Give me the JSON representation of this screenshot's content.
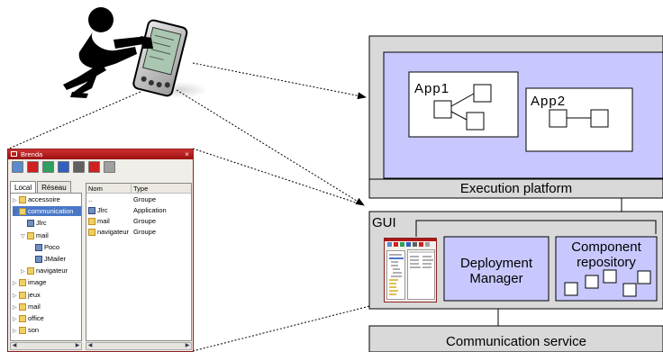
{
  "execution_platform": {
    "label": "Execution platform",
    "apps": [
      {
        "name": "App1"
      },
      {
        "name": "App2"
      }
    ]
  },
  "gui_block": {
    "label": "GUI",
    "deployment_manager": {
      "line1": "Deployment",
      "line2": "Manager"
    },
    "component_repository": {
      "line1": "Component",
      "line2": "repository"
    }
  },
  "communication_service": {
    "label": "Communication service"
  },
  "brenda_window": {
    "title": "Brenda",
    "close": "×",
    "tabs": [
      "Local",
      "Réseau"
    ],
    "tree": [
      {
        "label": "accessoire",
        "kind": "folder",
        "indent": 0,
        "twisty": "▷"
      },
      {
        "label": "communication",
        "kind": "folder",
        "indent": 0,
        "twisty": "▽",
        "selected": true
      },
      {
        "label": "Jlrc",
        "kind": "app",
        "indent": 1,
        "twisty": ""
      },
      {
        "label": "mail",
        "kind": "folder",
        "indent": 1,
        "twisty": "▽"
      },
      {
        "label": "Poco",
        "kind": "app",
        "indent": 2,
        "twisty": ""
      },
      {
        "label": "JMailer",
        "kind": "app",
        "indent": 2,
        "twisty": ""
      },
      {
        "label": "navigateur",
        "kind": "folder",
        "indent": 1,
        "twisty": "▷"
      },
      {
        "label": "image",
        "kind": "folder",
        "indent": 0,
        "twisty": "▷"
      },
      {
        "label": "jeux",
        "kind": "folder",
        "indent": 0,
        "twisty": "▷"
      },
      {
        "label": "mail",
        "kind": "folder",
        "indent": 0,
        "twisty": "▷"
      },
      {
        "label": "office",
        "kind": "folder",
        "indent": 0,
        "twisty": "▷"
      },
      {
        "label": "son",
        "kind": "folder",
        "indent": 0,
        "twisty": "▷"
      }
    ],
    "table": {
      "columns": [
        "Nom",
        "Type"
      ],
      "rows": [
        {
          "name": "..",
          "type": "Groupe",
          "icon": ""
        },
        {
          "name": "Jlrc",
          "type": "Application",
          "icon": "app"
        },
        {
          "name": "mail",
          "type": "Groupe",
          "icon": "folder"
        },
        {
          "name": "navigateur",
          "type": "Groupe",
          "icon": "folder"
        }
      ]
    },
    "toolbar_icons": [
      {
        "name": "view-icon",
        "color": "#5a8ad0"
      },
      {
        "name": "delete-icon",
        "color": "#d02020"
      },
      {
        "name": "refresh-icon",
        "color": "#30a060"
      },
      {
        "name": "deploy-icon",
        "color": "#3060c0"
      },
      {
        "name": "tools-icon",
        "color": "#606060"
      },
      {
        "name": "help-icon",
        "color": "#d02020"
      },
      {
        "name": "settings-icon",
        "color": "#a0a0a0"
      }
    ]
  }
}
